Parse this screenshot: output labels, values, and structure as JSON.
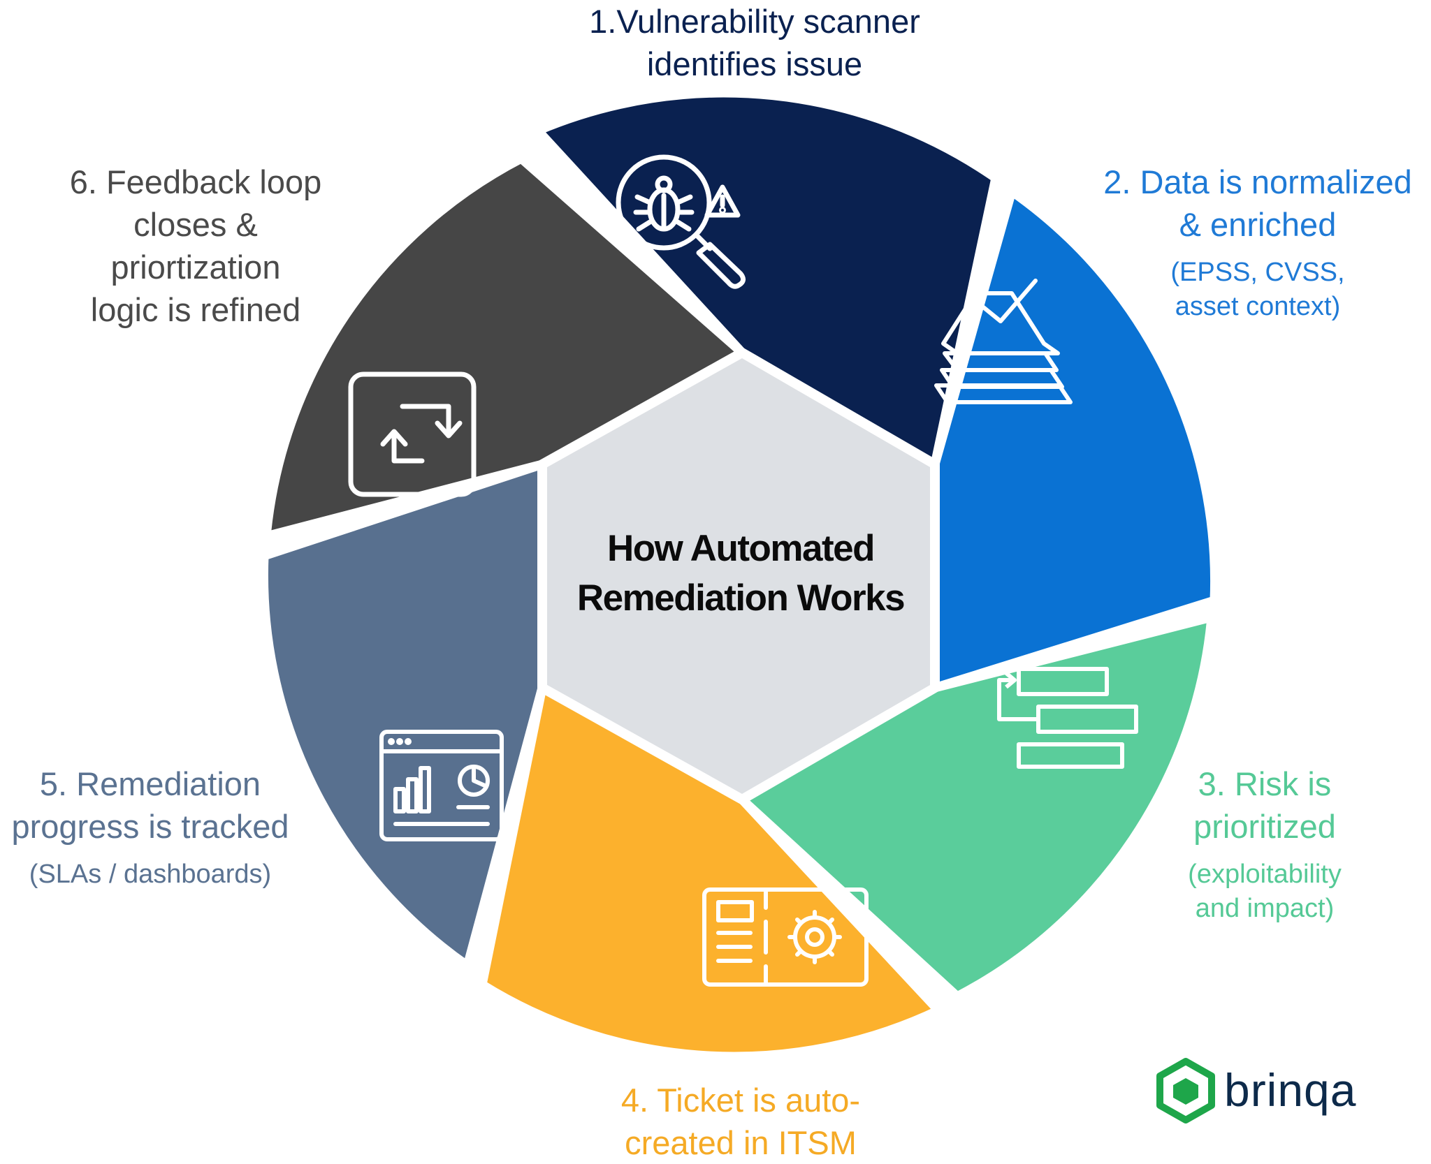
{
  "center": {
    "title_line1": "How Automated",
    "title_line2": "Remediation Works"
  },
  "steps": [
    {
      "id": 1,
      "color": "#0a2150",
      "text_color": "#0a2150",
      "lines": [
        "1.Vulnerability scanner",
        "identifies issue"
      ],
      "sub_lines": [],
      "icon": "bug-magnifier-warning-icon"
    },
    {
      "id": 2,
      "color": "#0a72d3",
      "text_color": "#1f7ad6",
      "lines": [
        "2. Data is normalized",
        "& enriched"
      ],
      "sub_lines": [
        "(EPSS, CVSS,",
        "asset context)"
      ],
      "icon": "stacked-layers-check-icon"
    },
    {
      "id": 3,
      "color": "#5acd9b",
      "text_color": "#55c996",
      "lines": [
        "3. Risk is",
        "prioritized"
      ],
      "sub_lines": [
        "(exploitability",
        "and impact)"
      ],
      "icon": "priority-list-icon"
    },
    {
      "id": 4,
      "color": "#fcb12d",
      "text_color": "#f5aa25",
      "lines": [
        "4. Ticket is auto-",
        "created in ITSM"
      ],
      "sub_lines": [],
      "icon": "ticket-gear-icon"
    },
    {
      "id": 5,
      "color": "#58708f",
      "text_color": "#5a7291",
      "lines": [
        "5. Remediation",
        "progress is tracked"
      ],
      "sub_lines": [
        "(SLAs / dashboards)"
      ],
      "icon": "dashboard-window-icon"
    },
    {
      "id": 6,
      "color": "#464646",
      "text_color": "#4a4a4a",
      "lines": [
        "6. Feedback loop",
        "closes &",
        "priortization",
        "logic is refined"
      ],
      "sub_lines": [],
      "icon": "refresh-loop-icon"
    }
  ],
  "colors": {
    "hexagon": "#dde0e4",
    "logo_green": "#1ea64a",
    "logo_text": "#0d2a4a"
  },
  "logo": {
    "text": "brinqa",
    "icon": "hexagon-logo-icon"
  }
}
